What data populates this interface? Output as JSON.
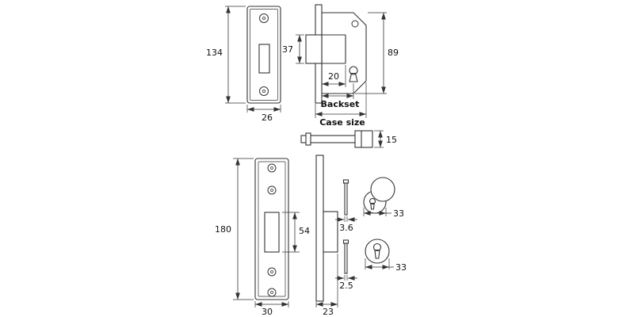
{
  "labels": {
    "forend_top_height": "134",
    "forend_top_width": "26",
    "deadbolt_height": "37",
    "bolt_depth": "20",
    "case_height": "89",
    "backset": "Backset",
    "case_size": "Case size",
    "bolt_thickness": "15",
    "forend_bottom_height": "180",
    "bolt_cutout_height": "54",
    "forend_bottom_width": "30",
    "side_depth": "23",
    "pin_top_diameter": "3.6",
    "pin_bottom_diameter": "2.5",
    "turn_rose_diameter": "33",
    "escutcheon_diameter": "33"
  },
  "colors": {
    "line": "#333333",
    "text": "#111111",
    "background": "#ffffff"
  }
}
